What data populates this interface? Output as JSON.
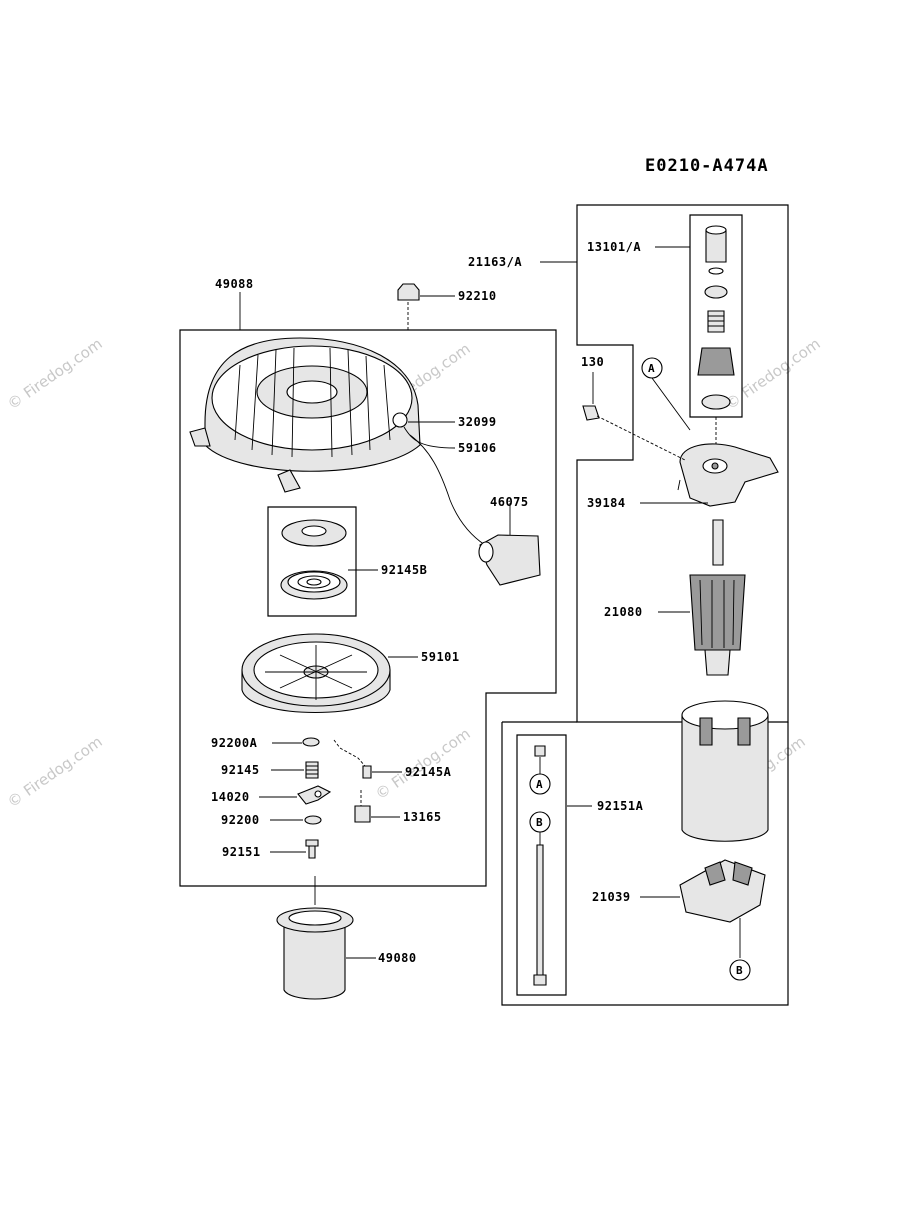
{
  "diagram": {
    "code": "E0210-A474A",
    "watermark": "© Firedog.com",
    "labels": {
      "p49088": "49088",
      "p92210": "92210",
      "p32099": "32099",
      "p59106": "59106",
      "p46075": "46075",
      "p92145B": "92145B",
      "p59101": "59101",
      "p92200A": "92200A",
      "p92145": "92145",
      "p92145A": "92145A",
      "p14020": "14020",
      "p13165": "13165",
      "p92200": "92200",
      "p92151": "92151",
      "p49080": "49080",
      "p21163A": "21163/A",
      "p13101A": "13101/A",
      "p130": "130",
      "p39184": "39184",
      "p21080": "21080",
      "p92151A": "92151A",
      "p21039": "21039"
    },
    "markers": {
      "a": "A",
      "b": "B"
    }
  }
}
